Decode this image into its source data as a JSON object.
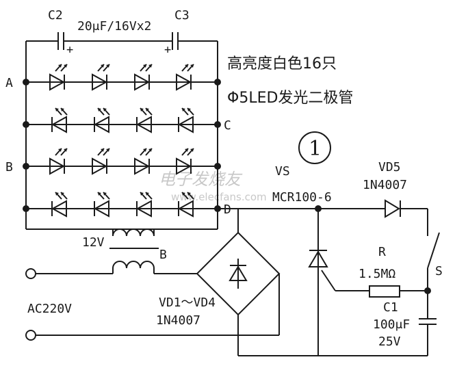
{
  "labels": {
    "c2": "C2",
    "c3": "C3",
    "cap_value": "20μF/16Vx2",
    "node_a": "A",
    "node_b": "B",
    "node_c": "C",
    "node_d": "D",
    "led_desc_line1": "高亮度白色16只",
    "led_desc_line2": "Φ5LED发光二极管",
    "circle_number": "1",
    "vd5": "VD5",
    "vd5_part": "1N4007",
    "vs": "VS",
    "vs_part": "MCR100-6",
    "r": "R",
    "r_value": "1.5MΩ",
    "c1": "C1",
    "c1_value": "100μF",
    "c1_voltage": "25V",
    "switch": "S",
    "transformer_secondary": "12V",
    "transformer": "B",
    "ac_input": "AC220V",
    "bridge": "VD1～VD4",
    "bridge_part": "1N4007",
    "plus": "+"
  },
  "watermark": {
    "text": "电子发烧友",
    "url": "www.elecfans.com"
  },
  "colors": {
    "ink": "#1a1a1a",
    "watermark": "#c8c8c8"
  }
}
